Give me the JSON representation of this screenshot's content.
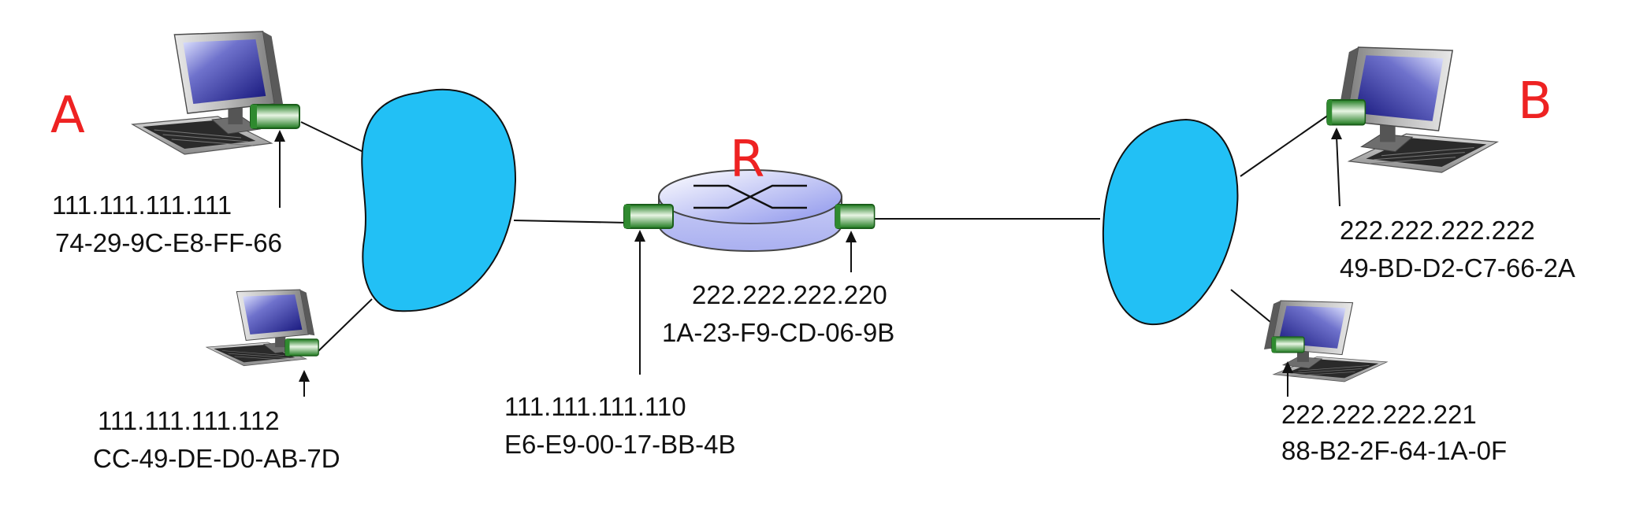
{
  "labels": {
    "host_a": "A",
    "host_b": "B",
    "router": "R"
  },
  "host_a1": {
    "ip": "111.111.111.111",
    "mac": "74-29-9C-E8-FF-66"
  },
  "host_a2": {
    "ip": "111.111.111.112",
    "mac": "CC-49-DE-D0-AB-7D"
  },
  "router_left": {
    "ip": "111.111.111.110",
    "mac": "E6-E9-00-17-BB-4B"
  },
  "router_right": {
    "ip": "222.222.222.220",
    "mac": "1A-23-F9-CD-06-9B"
  },
  "host_b1": {
    "ip": "222.222.222.222",
    "mac": "49-BD-D2-C7-66-2A"
  },
  "host_b2": {
    "ip": "222.222.222.221",
    "mac": "88-B2-2F-64-1A-0F"
  },
  "colors": {
    "network_cloud": "#22c0f5",
    "host_label": "#ee2222",
    "adapter": "#1e7a1e",
    "router_body": "#aab0f0"
  },
  "icons": {
    "computer": "desktop-computer-icon",
    "router": "router-icon",
    "adapter": "network-adapter-icon",
    "network": "network-cloud-icon"
  }
}
